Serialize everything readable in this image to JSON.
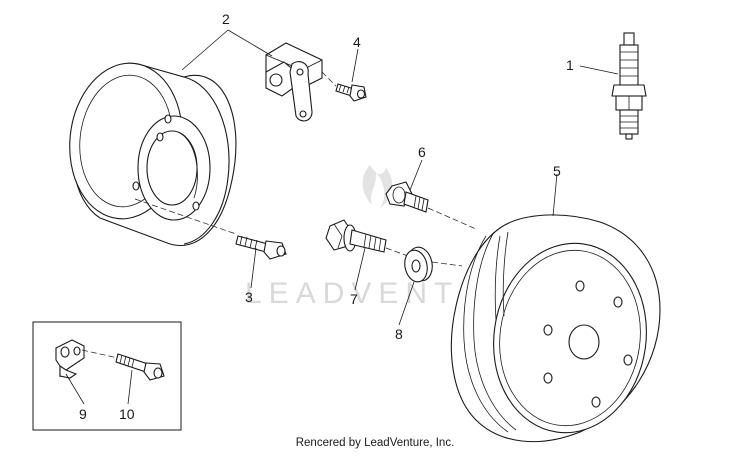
{
  "diagram": {
    "callouts": [
      "1",
      "2",
      "3",
      "4",
      "5",
      "6",
      "7",
      "8",
      "9",
      "10"
    ],
    "watermark": "LEADVENTURE",
    "credit": "Rencered by LeadVenture, Inc."
  }
}
